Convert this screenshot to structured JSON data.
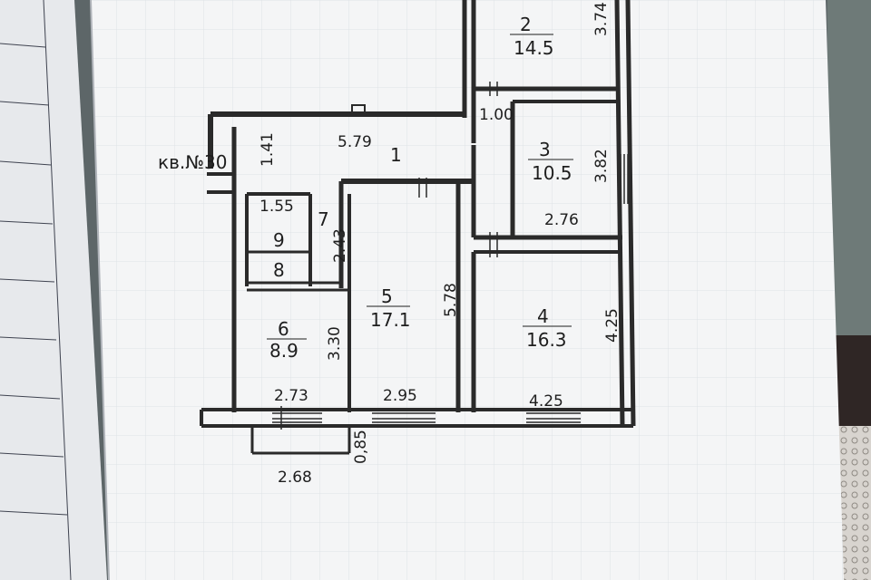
{
  "colors": {
    "paper": "#f4f5f6",
    "paper_left": "#e7e9ec",
    "wall": "#2a2a2a",
    "grid": "#d7dbe0",
    "background": "#5d6668",
    "lace": "#e9e6e1"
  },
  "apartment_label": "кв.№30",
  "rooms": [
    {
      "id": "1",
      "number": "1",
      "area": ""
    },
    {
      "id": "2",
      "number": "2",
      "area": "14.5"
    },
    {
      "id": "3",
      "number": "3",
      "area": "10.5"
    },
    {
      "id": "4",
      "number": "4",
      "area": "16.3"
    },
    {
      "id": "5",
      "number": "5",
      "area": "17.1"
    },
    {
      "id": "6",
      "number": "6",
      "area": "8.9"
    },
    {
      "id": "7",
      "number": "7",
      "area": ""
    },
    {
      "id": "8",
      "number": "8",
      "area": ""
    },
    {
      "id": "9",
      "number": "9",
      "area": ""
    }
  ],
  "dimensions": [
    "1.41",
    "5.79",
    "1.00",
    "3.74",
    "3.82",
    "2.76",
    "1.55",
    "2.43",
    "5.78",
    "4.25",
    "3.30",
    "2.73",
    "2.95",
    "4.25",
    "0,85",
    "2.68"
  ]
}
